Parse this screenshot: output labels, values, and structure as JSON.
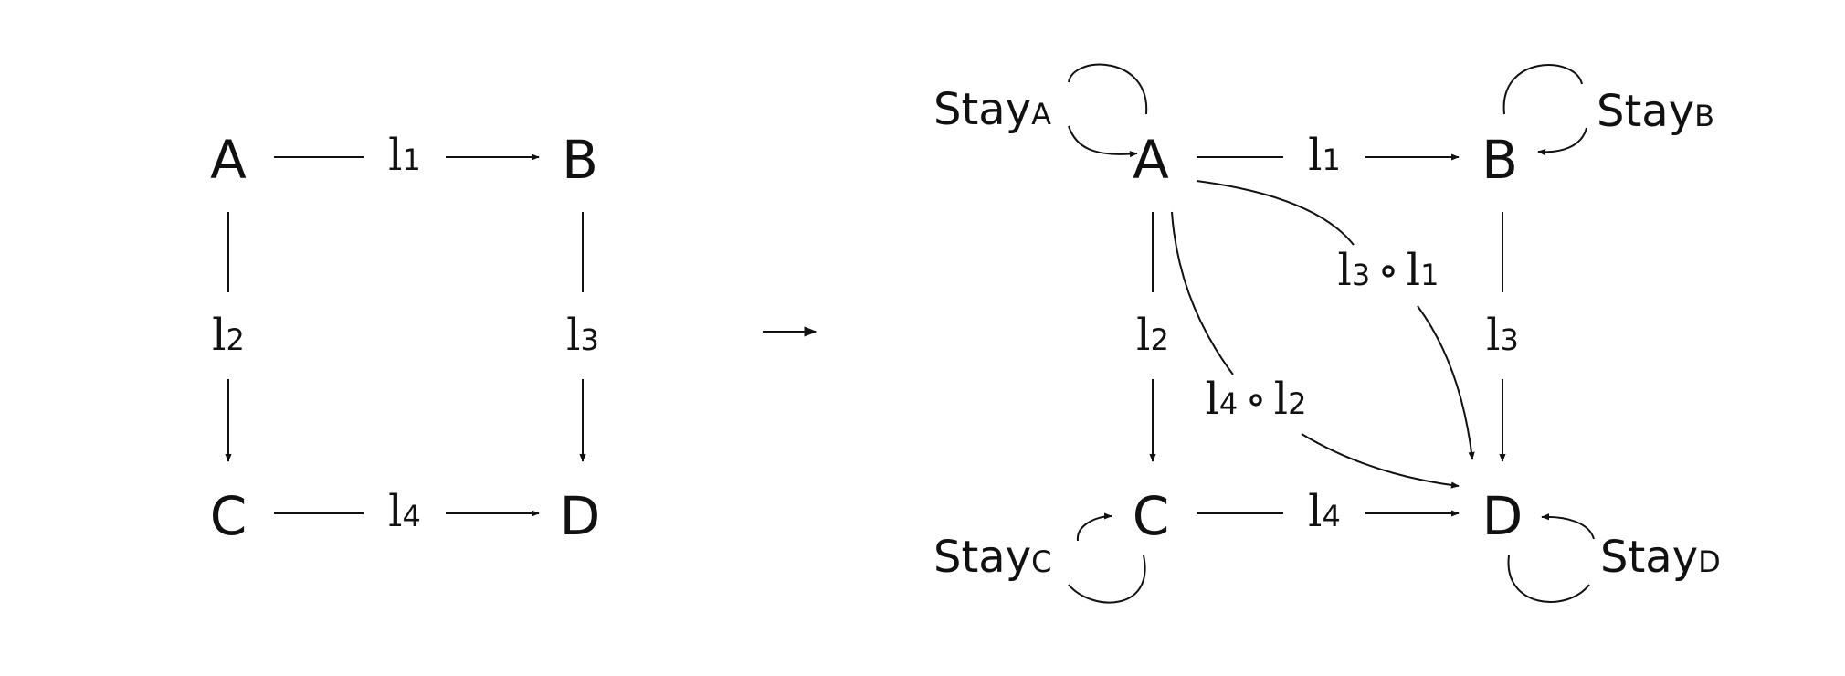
{
  "left": {
    "nodes": {
      "a": "A",
      "b": "B",
      "c": "C",
      "d": "D"
    },
    "edges": {
      "top": {
        "base": "l",
        "sub": "1"
      },
      "left": {
        "base": "l",
        "sub": "2"
      },
      "right": {
        "base": "l",
        "sub": "3"
      },
      "bottom": {
        "base": "l",
        "sub": "4"
      }
    }
  },
  "right": {
    "nodes": {
      "a": "A",
      "b": "B",
      "c": "C",
      "d": "D"
    },
    "edges": {
      "top": {
        "base": "l",
        "sub": "1"
      },
      "left": {
        "base": "l",
        "sub": "2"
      },
      "right": {
        "base": "l",
        "sub": "3"
      },
      "bottom": {
        "base": "l",
        "sub": "4"
      }
    },
    "compositions": {
      "upper": {
        "b1": "l",
        "s1": "3",
        "op": "∘",
        "b2": "l",
        "s2": "1"
      },
      "lower": {
        "b1": "l",
        "s1": "4",
        "op": "∘",
        "b2": "l",
        "s2": "2"
      }
    },
    "stays": {
      "a": {
        "base": "Stay",
        "sub": "A"
      },
      "b": {
        "base": "Stay",
        "sub": "B"
      },
      "c": {
        "base": "Stay",
        "sub": "C"
      },
      "d": {
        "base": "Stay",
        "sub": "D"
      }
    }
  }
}
